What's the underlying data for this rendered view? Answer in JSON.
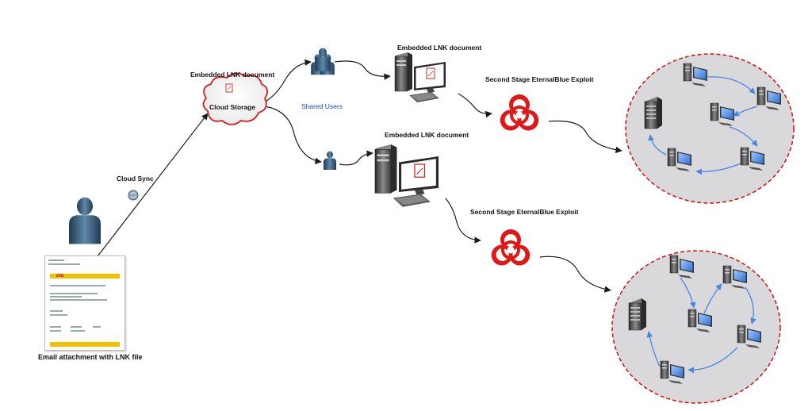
{
  "labels": {
    "cloud_sync": "Cloud Sync",
    "embedded_lnk_1": "Embedded LNK document",
    "cloud_storage": "Cloud Storage",
    "shared_users": "Shared Users",
    "embedded_lnk_2": "Embedded LNK document",
    "embedded_lnk_3": "Embedded LNK document",
    "exploit_1": "Second Stage EternalBlue Exploit",
    "exploit_2": "Second Stage EternalBlue Exploit",
    "email_attachment": "Email attachment with LNK file"
  },
  "email_doc": {
    "brand": "DHL"
  },
  "colors": {
    "arrow": "#1a1a1a",
    "cloud_outline": "#d42020",
    "biohazard": "#e01818",
    "network_fill": "#d9d9db",
    "network_border": "#cc1111",
    "lateral_arrow": "#4a86e0",
    "doc_bar": "#f2c200"
  },
  "icons": [
    "user-icon",
    "cloud-icon",
    "sync-icon",
    "users-group-icon",
    "single-user-icon",
    "workstation-icon",
    "biohazard-icon",
    "server-icon",
    "desktop-icon"
  ]
}
